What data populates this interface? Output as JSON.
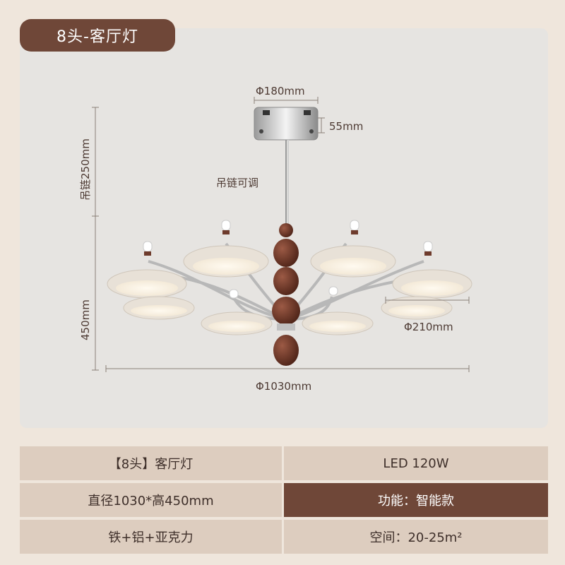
{
  "header": {
    "title": "8头-客厅灯"
  },
  "dimensions": {
    "canopy_diameter": "Φ180mm",
    "canopy_height": "55mm",
    "chain_length": "吊链250mm",
    "chain_note": "吊链可调",
    "body_height": "450mm",
    "shade_diameter": "Φ210mm",
    "total_diameter": "Φ1030mm"
  },
  "specs": [
    {
      "left": "【8头】客厅灯",
      "right": "LED  120W"
    },
    {
      "left": "直径1030*高450mm",
      "right": "功能：智能款"
    },
    {
      "left": "铁+铝+亚克力",
      "right": "空间：20-25m²"
    }
  ],
  "colors": {
    "accent_brown": "#6f4738",
    "walnut": "#6e3b2c",
    "shade_cream": "#e8e1d7",
    "table_light": "#ddcdbf"
  }
}
